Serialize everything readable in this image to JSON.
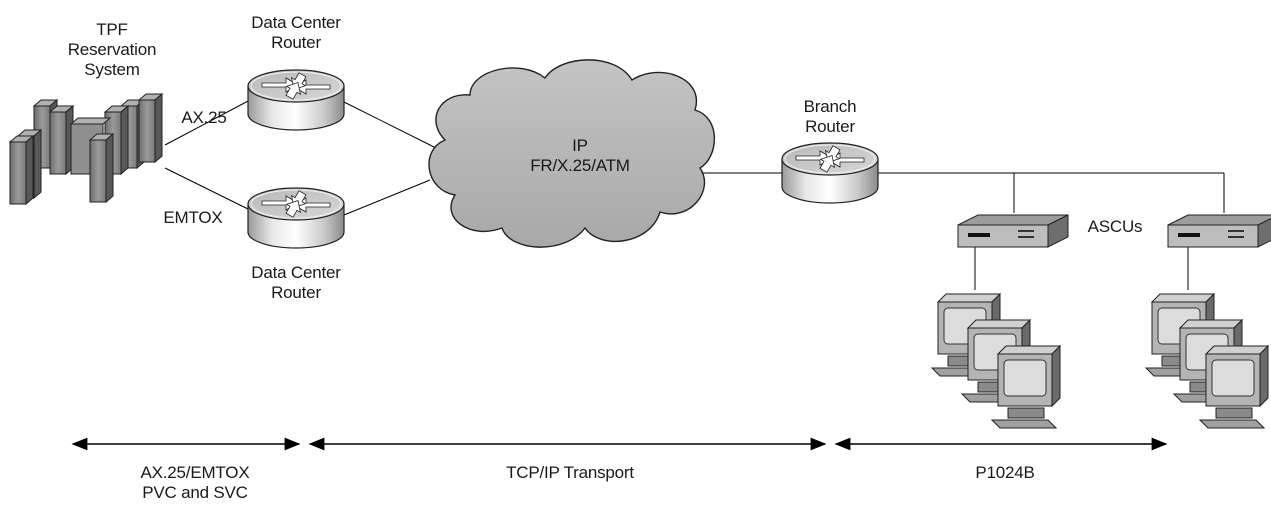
{
  "labels": {
    "tpf_system": [
      "TPF",
      "Reservation",
      "System"
    ],
    "router_top": [
      "Data Center",
      "Router"
    ],
    "router_bottom": [
      "Data Center",
      "Router"
    ],
    "branch_router": [
      "Branch",
      "Router"
    ],
    "link_ax25": "AX.25",
    "link_emtox": "EMTOX",
    "cloud": [
      "IP",
      "FR/X.25/ATM"
    ],
    "ascus": "ASCUs",
    "span_left": [
      "AX.25/EMTOX",
      "PVC and SVC"
    ],
    "span_middle": "TCP/IP Transport",
    "span_right": "P1024B"
  },
  "icons": {
    "mainframe": "mainframe-icon",
    "router": "router-icon",
    "cloud": "cloud-icon",
    "ascu": "ascu-device-icon",
    "terminal": "terminal-icon"
  }
}
